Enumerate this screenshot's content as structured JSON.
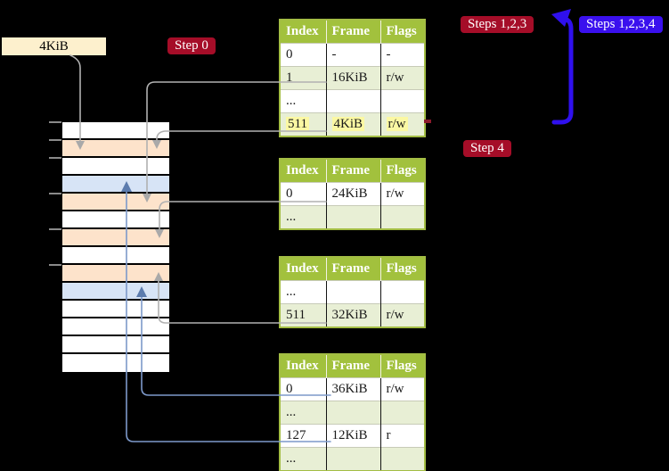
{
  "labels": {
    "page_size_box": "4KiB",
    "step0": "Step 0",
    "steps123": "Steps 1,2,3",
    "steps1234": "Steps 1,2,3,4",
    "step4": "Step 4"
  },
  "colors": {
    "background": "#000000",
    "badge_red": "#a50d28",
    "badge_blue": "#3a10ee",
    "big_arrow_blue": "#2f10ee",
    "table_header_green": "#a2c13d",
    "table_row_green": "#e8efd5",
    "highlight_yellow": "#fbf8a3",
    "memory_page_table_orange": "#fde3cb",
    "memory_mapped_page_blue": "#d7e4f6",
    "page_size_box_cream": "#fdf0cd",
    "gray_arrow": "#b1b1b1",
    "steel_blue_arrow": "#7d99ca"
  },
  "tables": {
    "l4": {
      "headers": [
        "Index",
        "Frame",
        "Flags"
      ],
      "rows": [
        {
          "index": "0",
          "frame": "-",
          "flags": "-"
        },
        {
          "index": "1",
          "frame": "16KiB",
          "flags": "r/w"
        },
        {
          "index": "...",
          "frame": "",
          "flags": ""
        },
        {
          "index": "511",
          "frame": "4KiB",
          "flags": "r/w",
          "highlighted": true
        }
      ]
    },
    "l3": {
      "headers": [
        "Index",
        "Frame",
        "Flags"
      ],
      "rows": [
        {
          "index": "0",
          "frame": "24KiB",
          "flags": "r/w"
        },
        {
          "index": "...",
          "frame": "",
          "flags": ""
        }
      ]
    },
    "l2": {
      "headers": [
        "Index",
        "Frame",
        "Flags"
      ],
      "rows": [
        {
          "index": "...",
          "frame": "",
          "flags": ""
        },
        {
          "index": "511",
          "frame": "32KiB",
          "flags": "r/w"
        }
      ]
    },
    "l1": {
      "headers": [
        "Index",
        "Frame",
        "Flags"
      ],
      "rows": [
        {
          "index": "0",
          "frame": "36KiB",
          "flags": "r/w"
        },
        {
          "index": "...",
          "frame": "",
          "flags": ""
        },
        {
          "index": "127",
          "frame": "12KiB",
          "flags": "r"
        },
        {
          "index": "...",
          "frame": "",
          "flags": ""
        }
      ]
    }
  },
  "memory": {
    "rows": [
      {
        "kind": "free"
      },
      {
        "kind": "page-table"
      },
      {
        "kind": "free"
      },
      {
        "kind": "mapped-page"
      },
      {
        "kind": "page-table"
      },
      {
        "kind": "free"
      },
      {
        "kind": "page-table"
      },
      {
        "kind": "free"
      },
      {
        "kind": "page-table"
      },
      {
        "kind": "mapped-page"
      },
      {
        "kind": "free"
      },
      {
        "kind": "free"
      },
      {
        "kind": "free"
      },
      {
        "kind": "free"
      }
    ]
  }
}
